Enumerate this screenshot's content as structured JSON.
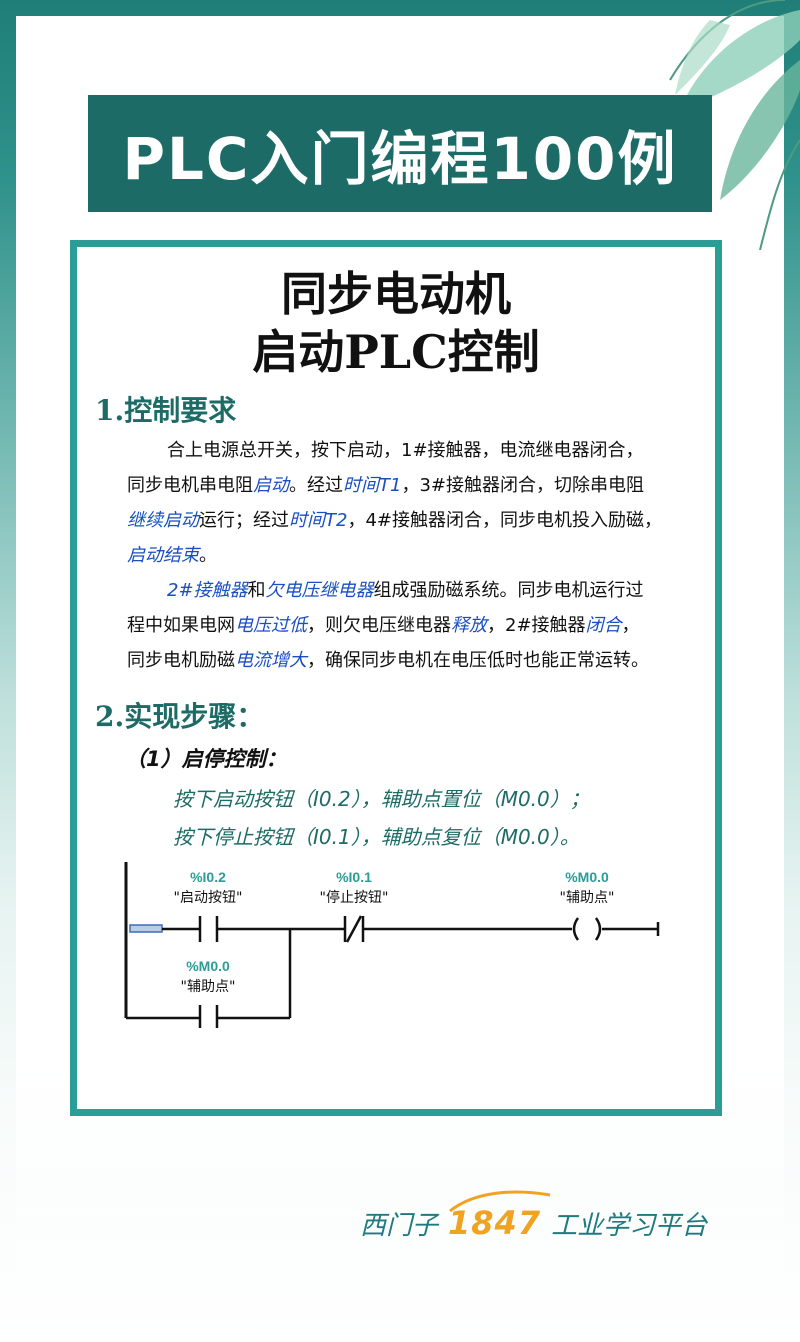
{
  "banner": {
    "title": "PLC入门编程100例"
  },
  "main": {
    "title_line1": "同步电动机",
    "title_line2": "启动PLC控制",
    "section1": {
      "heading": "1.控制要求",
      "p1": [
        "合上电源总开关，按下启动，1#接触器，电流继电器闭合，",
        "同步电机串电阻",
        "启动",
        "。经过",
        "时间T1",
        "，3#接触器闭合，切除串电阻",
        "继续启动",
        "运行；经过",
        "时间T2",
        "，4#接触器闭合，同步电机投入励磁，",
        "启动结束",
        "。"
      ],
      "p2": [
        "2#接触器",
        "和",
        "欠电压继电器",
        "组成强励磁系统。同步电机运行过",
        "程中如果电网",
        "电压过低",
        "，则欠电压继电器",
        "释放",
        "，2#接触器",
        "闭合",
        "，",
        "同步电机励磁",
        "电流增大",
        "，确保同步电机在电压低时也能正常运转。"
      ]
    },
    "section2": {
      "heading": "2.实现步骤：",
      "sub1": "（1）启停控制：",
      "line1": "按下启动按钮（I0.2），辅助点置位（M0.0）；",
      "line2": "按下停止按钮（I0.1），辅助点复位（M0.0）。"
    }
  },
  "ladder": {
    "contact1_addr": "%I0.2",
    "contact1_name": "\"启动按钮\"",
    "contact2_addr": "%I0.1",
    "contact2_name": "\"停止按钮\"",
    "coil_addr": "%M0.0",
    "coil_name": "\"辅助点\"",
    "branch_addr": "%M0.0",
    "branch_name": "\"辅助点\""
  },
  "footer": {
    "left": "西门子",
    "number": "1847",
    "right": "工业学习平台"
  },
  "colors": {
    "teal_dark": "#1d6b66",
    "teal_border": "#2a9d96",
    "highlight_blue": "#1a4fc2",
    "addr_teal": "#2a9d96",
    "footer_orange": "#f0a321"
  }
}
